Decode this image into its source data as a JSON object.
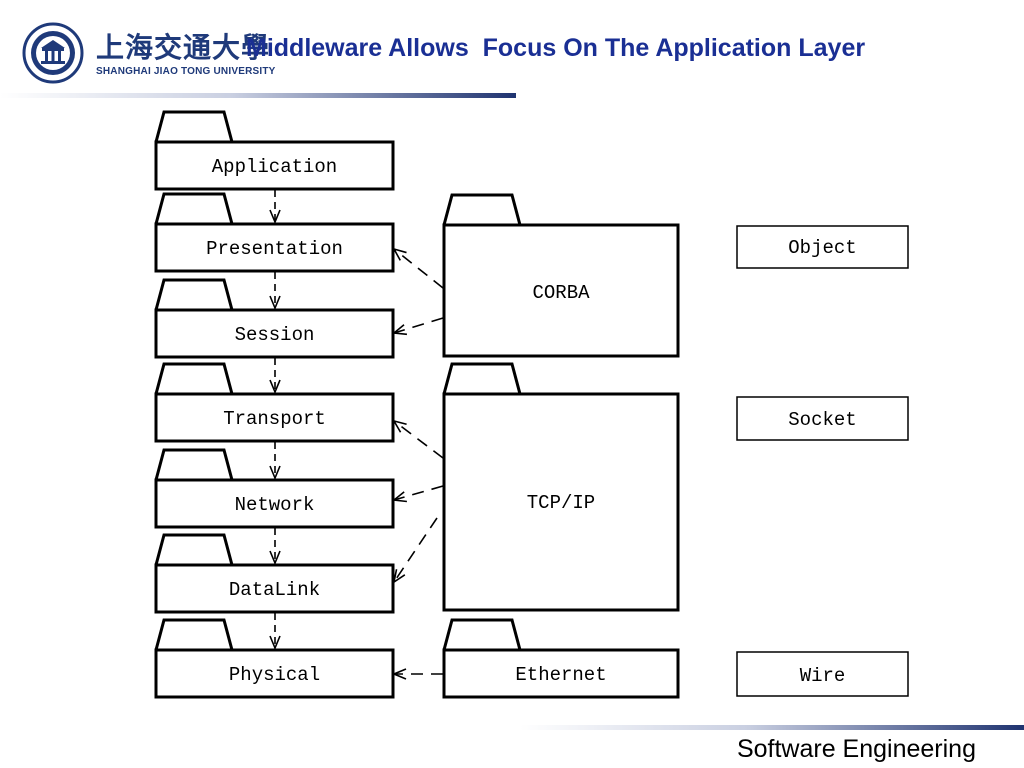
{
  "header": {
    "title": "Middleware Allows  Focus On The Application Layer",
    "logo_cn": "上海交通大學",
    "logo_en": "SHANGHAI JIAO TONG UNIVERSITY"
  },
  "footer": {
    "text": "Software Engineering"
  },
  "diagram": {
    "osi_layers": [
      "Application",
      "Presentation",
      "Session",
      "Transport",
      "Network",
      "DataLink",
      "Physical"
    ],
    "middleware": [
      "CORBA",
      "TCP/IP",
      "Ethernet"
    ],
    "abstractions": [
      "Object",
      "Socket",
      "Wire"
    ]
  },
  "colors": {
    "title": "#1a2f94",
    "bar_dark": "#1f3370",
    "logo": "#1f3a7a"
  }
}
